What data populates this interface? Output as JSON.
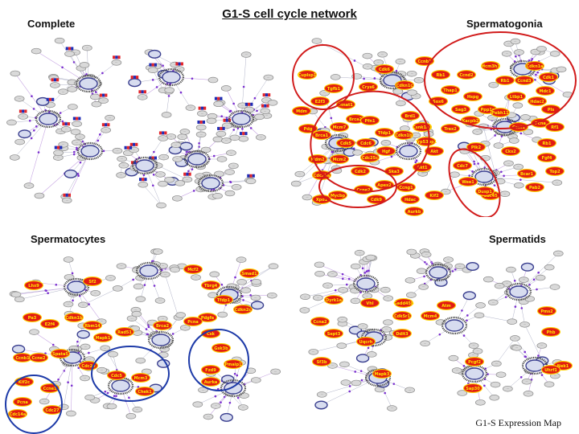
{
  "title": "G1-S cell cycle network",
  "footer": "G1-S Expression Map",
  "panels": [
    {
      "id": "complete",
      "label": "Complete"
    },
    {
      "id": "spermatogonia",
      "label": "Spermatogonia"
    },
    {
      "id": "spermatocytes",
      "label": "Spermatocytes"
    },
    {
      "id": "spermatids",
      "label": "Spermatids"
    }
  ],
  "spermatogonia_genes": [
    "Cuplsp1",
    "Crys6",
    "Cdk6",
    "Cdkn1c",
    "Ccnb1",
    "Rb1",
    "Ccnd2",
    "Mcm3h1",
    "Rb1",
    "Cdkn1a",
    "Cdk1",
    "Mdc1",
    "Ccnd3",
    "E2f3",
    "Mnat1",
    "Brca2",
    "Pfn1",
    "Mcm7",
    "Brca1",
    "Brd1",
    "Tfdp1",
    "Cdkn1b",
    "Trp53bp1",
    "Akt",
    "Akt1",
    "Hgf",
    "Cdc6",
    "Cdk2",
    "Mcm2",
    "Mdm2",
    "Cdc25a",
    "Ccne2",
    "Apex2",
    "Ccng1",
    "Hdac",
    "Xpo1",
    "Sox6",
    "Thap1",
    "Hspg",
    "Ppp1r",
    "Ltbp1",
    "Hdac2",
    "Pls",
    "Kacpb2",
    "Pebh11",
    "Sag3",
    "Rb1",
    "Pcna",
    "Rf1",
    "Cdc7",
    "Wee1",
    "Cdc45",
    "Bcar1",
    "Top2",
    "Fgf4",
    "Tgfb1",
    "Cdk5",
    "Cdc25c",
    "Ska3",
    "Trex2",
    "Csnk1a1",
    "Pdg",
    "Mdm",
    "Cdk9",
    "Mycbp",
    "Aurkb",
    "Ccnt1",
    "Cks2",
    "Plk2",
    "Kif2",
    "Dusp1",
    "Pab2"
  ],
  "spermatocytes_genes": [
    "Lhx9",
    "Sf2",
    "Mcf2",
    "Smad1",
    "Tbrg4",
    "Tfdp1",
    "Cdkn2c",
    "Pdgfa",
    "Pa3",
    "E2f4",
    "Cdkn1b",
    "Rbm14",
    "Mapk1",
    "Rad51",
    "Brca2",
    "Pcna",
    "Ccnb1",
    "Ccne2",
    "Spata5",
    "Cdc20",
    "Cdc5",
    "Mcm3",
    "Chek1",
    "Csk",
    "Gsk3b",
    "Pmaip1",
    "Fzd9",
    "Aurka",
    "Kif2c",
    "Pcna",
    "Ccne1",
    "Cdc27",
    "Cdc14a"
  ],
  "spermatids_genes": [
    "Dyrk1a",
    "Vhl",
    "Gadd45b",
    "Atm",
    "Ccna2",
    "Cdk5r1",
    "Mcm4",
    "Pms2",
    "Sept3",
    "Uqcrh",
    "Ddit3",
    "Phb",
    "Sf3b",
    "Mapk3",
    "Pcgf2",
    "Nek1",
    "Sap30",
    "Uhrf1"
  ],
  "colors": {
    "highlight_node": "#e21c12",
    "highlight_text": "#ffe600",
    "group_ring": "#d11a1a",
    "module_ring": "#1d3aa8",
    "edge_dot": "#7a2fcf"
  }
}
